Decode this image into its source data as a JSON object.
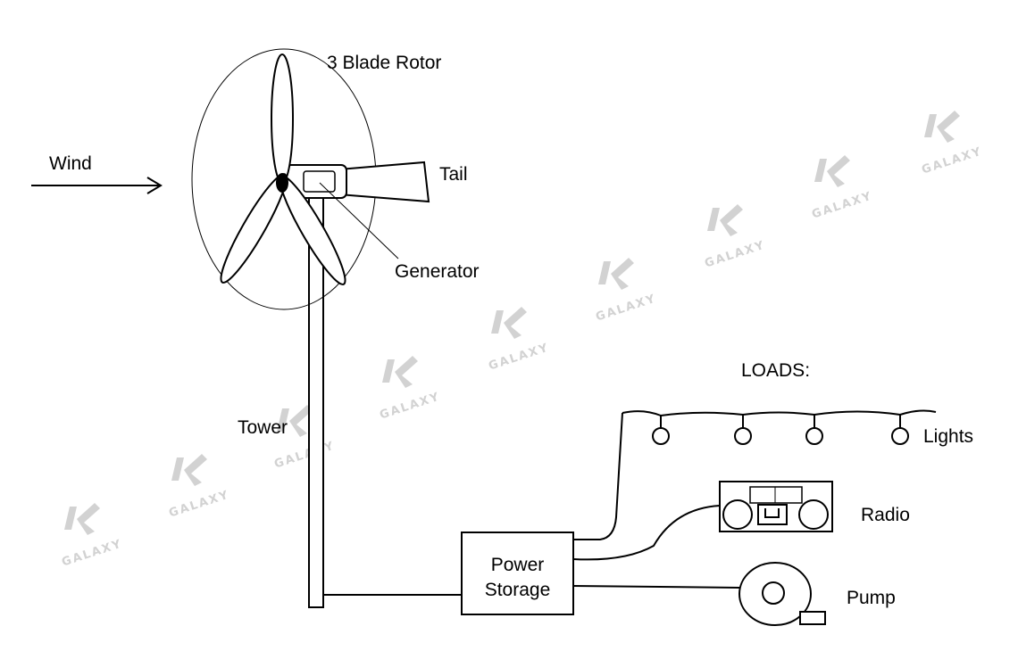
{
  "labels": {
    "wind": "Wind",
    "rotor": "3 Blade Rotor",
    "tail": "Tail",
    "generator": "Generator",
    "tower": "Tower",
    "loads": "LOADS:",
    "lights": "Lights",
    "radio": "Radio",
    "pump": "Pump",
    "storage_line1": "Power",
    "storage_line2": "Storage"
  },
  "watermark": {
    "text": "GALAXY",
    "color": "#d2d2d2"
  },
  "colors": {
    "stroke": "#000000",
    "background": "#ffffff"
  }
}
